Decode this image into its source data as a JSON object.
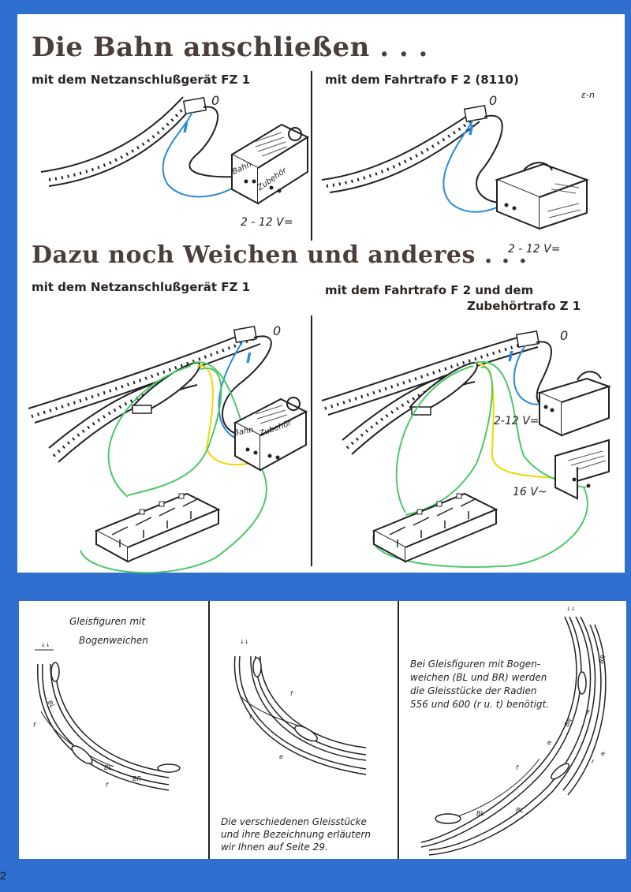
{
  "headings": {
    "main": "Die Bahn anschließen . . .",
    "secondary": "Dazu noch Weichen und anderes . . ."
  },
  "subheadings": {
    "top_left": "mit dem Netzanschlußgerät FZ 1",
    "top_right": "mit dem Fahrtrafo F 2 (8110)",
    "mid_left": "mit dem Netzanschlußgerät FZ 1",
    "mid_right_line1": "mit dem Fahrtrafo F 2 und dem",
    "mid_right_line2": "Zubehörtrafo Z 1"
  },
  "diagram_labels": {
    "zero": "0",
    "one": "I",
    "bahn": "Bahn",
    "zubehoer": "Zubehör",
    "dc_voltage": "2 - 12 V=",
    "dc_voltage_b": "2-12 V=",
    "ac_voltage": "16 V~",
    "corner_mark": "ɛ-n"
  },
  "captions": {
    "panel1_line1": "Gleisfiguren mit",
    "panel1_line2": "Bogenweichen",
    "panel2_line1": "Die verschiedenen Gleisstücke",
    "panel2_line2": "und ihre Bezeichnung erläutern",
    "panel2_line3": "wir Ihnen auf Seite 29.",
    "panel3_line1": "Bei Gleisfiguren mit Bogen-",
    "panel3_line2": "weichen (BL und BR) werden",
    "panel3_line3": "die Gleisstücke der Radien",
    "panel3_line4": "556 und 600 (r u. t) benötigt."
  },
  "track_labels": {
    "bl": "BL",
    "br": "BR",
    "e": "e",
    "f": "f",
    "r": "r"
  },
  "colors": {
    "background": "#2f6fcf",
    "blue_wire": "#2a8ad8",
    "yellow_wire": "#f0d800",
    "green_wire": "#4cc86a"
  },
  "page_number": "2"
}
